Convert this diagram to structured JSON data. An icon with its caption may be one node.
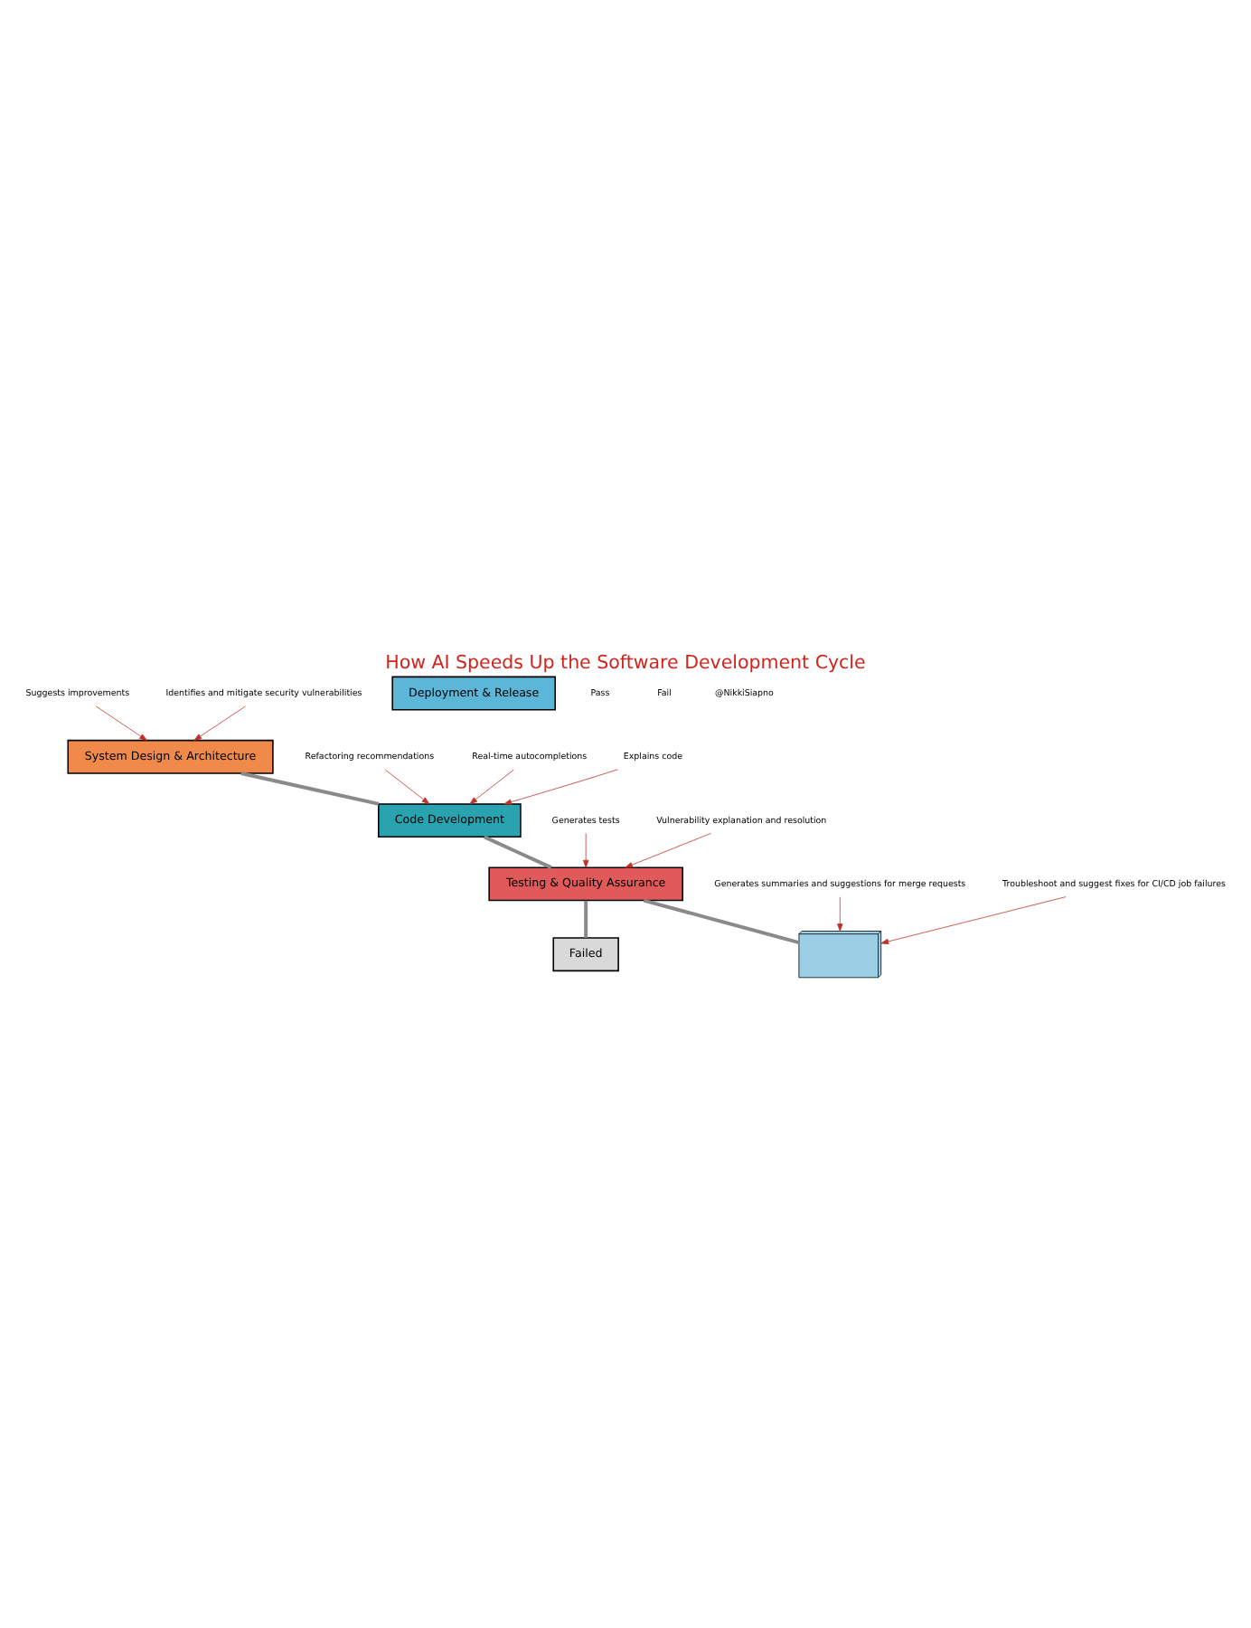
{
  "diagram": {
    "title": "How AI Speeds Up the Software Development Cycle",
    "nodes": [
      {
        "text": [
          "Suggests improvements"
        ]
      },
      {
        "text": [
          "Identifies and mitigate security vulnerabilities"
        ]
      },
      {
        "text": [
          "Refactoring recommendations"
        ]
      },
      {
        "text": [
          "System Design & Architecture"
        ]
      },
      {
        "text": [
          "Real-time autocompletions"
        ]
      },
      {
        "text": [
          "Generates tests"
        ]
      },
      {
        "text": [
          "Code Development"
        ]
      },
      {
        "text": [
          "Explains code"
        ]
      },
      {
        "text": [
          "Failed"
        ]
      },
      {
        "text": [
          "Testing & Quality Assurance"
        ]
      },
      {
        "text": [
          "Vulnerability explanation and resolution"
        ]
      },
      {
        "text": [
          "Deployment & Release"
        ]
      },
      {
        "text": [
          "Generates summaries and suggestions for merge requests"
        ]
      },
      {
        "text": [],
        "shape": "picture"
      },
      {
        "text": [
          "Troubleshoot and suggest fixes for CI/CD job failures"
        ]
      }
    ],
    "edges": [
      {
        "from": 0,
        "to": 3,
        "arrow": "to"
      },
      {
        "from": 1,
        "to": 3,
        "arrow": "to"
      },
      {
        "from": 2,
        "to": 6,
        "arrow": "to"
      },
      {
        "from": 4,
        "to": 6,
        "arrow": "to"
      },
      {
        "from": 7,
        "to": 6,
        "arrow": "to"
      },
      {
        "from": 5,
        "to": 9,
        "arrow": "to"
      },
      {
        "from": 10,
        "to": 9,
        "arrow": "to"
      },
      {
        "from": 12,
        "to": 13,
        "arrow": "to"
      },
      {
        "from": 14,
        "to": 13,
        "arrow": "to"
      },
      {
        "from": 3,
        "to": 6,
        "arrow": "none",
        "style": "thick",
        "color": "#8a8a8a"
      },
      {
        "from": 6,
        "to": 9,
        "arrow": "none",
        "style": "thick",
        "color": "#8a8a8a"
      },
      {
        "from": 9,
        "to": 8,
        "arrow": "none",
        "style": "thick",
        "color": "#8a8a8a"
      },
      {
        "from": 9,
        "to": 13,
        "arrow": "none",
        "style": "thick",
        "color": "#8a8a8a"
      }
    ],
    "labels": [
      "Pass",
      "Fail",
      "@NikkiSiapno"
    ]
  }
}
